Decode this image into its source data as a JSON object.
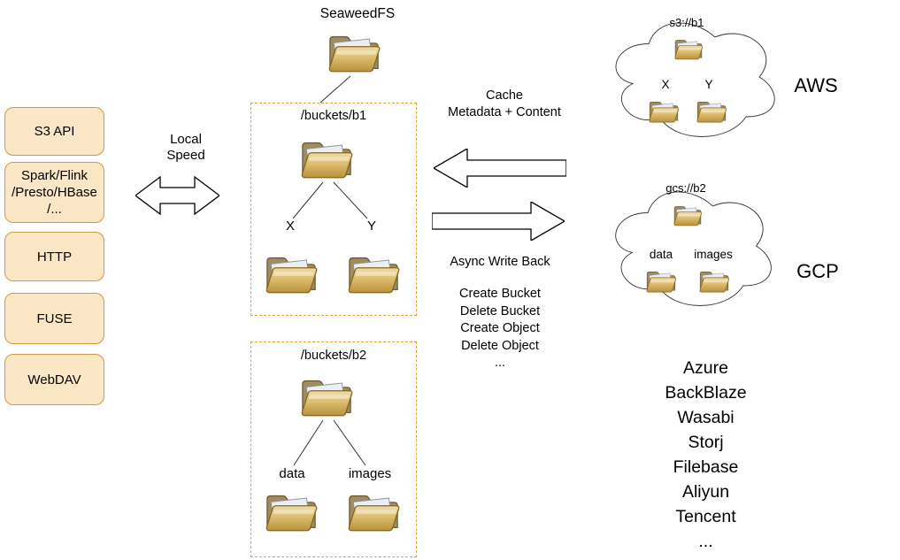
{
  "diagram": {
    "title": "SeaweedFS",
    "colors": {
      "client_box_fill": "#fbe6c5",
      "client_box_border": "#cf9b3f",
      "dashed_border": "#e8a33e",
      "folder_gold": "#d9b96a",
      "line_color": "#333333"
    }
  },
  "clients": [
    {
      "label": "S3 API"
    },
    {
      "label": "Spark/Flink\n/Presto/HBase\n/..."
    },
    {
      "label": "HTTP"
    },
    {
      "label": "FUSE"
    },
    {
      "label": "WebDAV"
    }
  ],
  "local_link_label": "Local\nSpeed",
  "cache": {
    "b1": {
      "title": "/buckets/b1",
      "child_left": "X",
      "child_right": "Y"
    },
    "b2": {
      "title": "/buckets/b2",
      "child_left": "data",
      "child_right": "images"
    }
  },
  "sync": {
    "cache_label": "Cache\nMetadata + Content",
    "writeback_label": "Async Write Back",
    "operations": [
      "Create Bucket",
      "Delete Bucket",
      "Create Object",
      "Delete Object",
      "..."
    ]
  },
  "clouds": {
    "aws": {
      "name": "AWS",
      "bucket": "s3://b1",
      "child_left": "X",
      "child_right": "Y"
    },
    "gcp": {
      "name": "GCP",
      "bucket": "gcs://b2",
      "child_left": "data",
      "child_right": "images"
    }
  },
  "providers": [
    "Azure",
    "BackBlaze",
    "Wasabi",
    "Storj",
    "Filebase",
    "Aliyun",
    "Tencent",
    "..."
  ]
}
